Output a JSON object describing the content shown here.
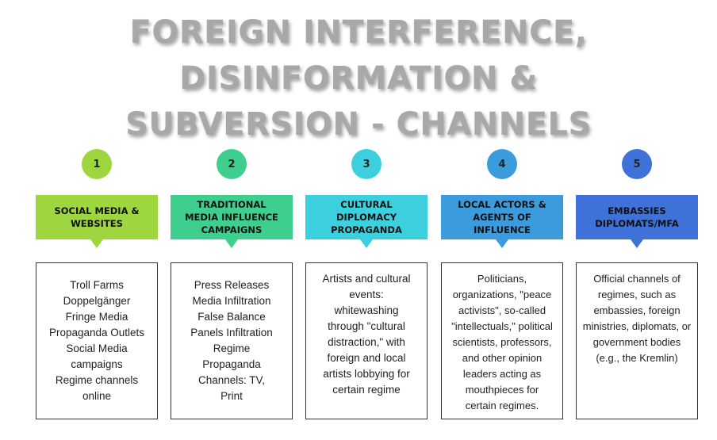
{
  "title_lines": [
    "FOREIGN INTERFERENCE,",
    "DISINFORMATION &",
    "SUBVERSION - CHANNELS"
  ],
  "colors": {
    "green": "#9dd63f",
    "teal": "#3ecf8e",
    "cyan": "#3cd0de",
    "blue": "#3c9bdc",
    "royal": "#3f72d9"
  },
  "channels": [
    {
      "number": "1",
      "heading_lines": [
        "SOCIAL MEDIA &",
        "WEBSITES"
      ],
      "body_lines": [
        "Troll Farms",
        "Doppelgänger",
        "Fringe Media",
        "Propaganda Outlets",
        "Social Media",
        "campaigns",
        "Regime channels",
        "online"
      ]
    },
    {
      "number": "2",
      "heading_lines": [
        "TRADITIONAL",
        "MEDIA INFLUENCE",
        "CAMPAIGNS"
      ],
      "body_lines": [
        "Press Releases",
        "Media Infiltration",
        "False Balance",
        "Panels Infiltration",
        "Regime",
        "Propaganda",
        "Channels: TV,",
        "Print"
      ]
    },
    {
      "number": "3",
      "heading_lines": [
        "CULTURAL",
        "DIPLOMACY",
        "PROPAGANDA"
      ],
      "body_lines": [
        "Artists and cultural",
        "events:",
        "whitewashing",
        "through \"cultural",
        "distraction,\" with",
        "foreign and local",
        "artists lobbying for",
        "certain regime"
      ]
    },
    {
      "number": "4",
      "heading_lines": [
        "LOCAL ACTORS &",
        "AGENTS OF",
        "INFLUENCE"
      ],
      "body_lines": [
        "Politicians,",
        "organizations, \"peace",
        "activists\", so-called",
        "\"intellectuals,\" political",
        "scientists, professors,",
        "and other opinion",
        "leaders acting as",
        "mouthpieces for",
        "certain regimes."
      ]
    },
    {
      "number": "5",
      "heading_lines": [
        "EMBASSIES",
        "DIPLOMATS/MFA"
      ],
      "body_lines": [
        "Official channels of",
        "regimes, such as",
        "embassies, foreign",
        "ministries, diplomats, or",
        "government bodies",
        "(e.g., the Kremlin)"
      ]
    }
  ]
}
